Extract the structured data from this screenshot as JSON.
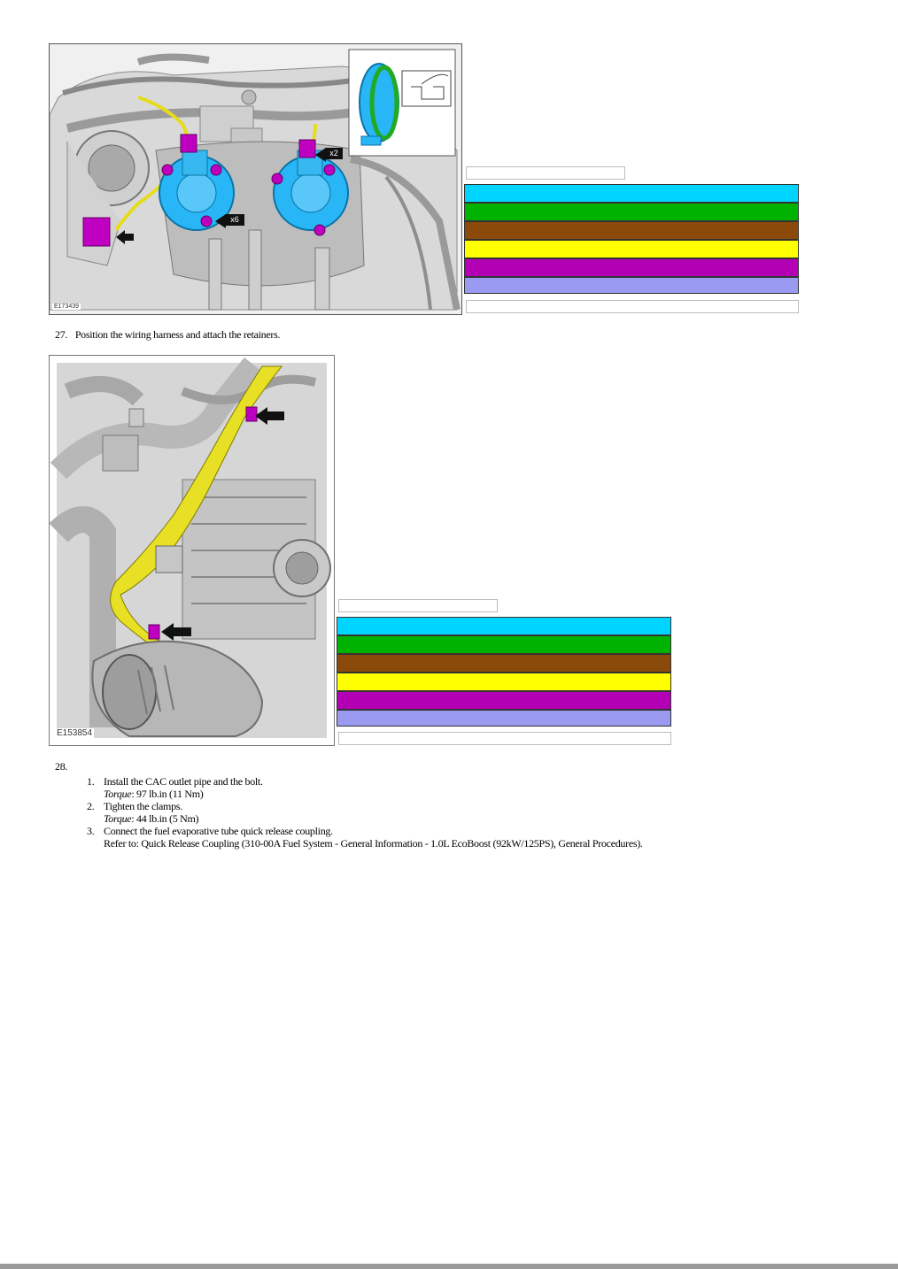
{
  "figure1": {
    "id_label": "E173439",
    "callouts": [
      "x2",
      "x6"
    ]
  },
  "figure2": {
    "id_label": "E153854"
  },
  "legend_colors": [
    "#00d5ff",
    "#00b200",
    "#8b4a0a",
    "#ffff00",
    "#b400b4",
    "#9a9af0"
  ],
  "steps": {
    "step27": {
      "number": "27.",
      "text": "Position the wiring harness and attach the retainers."
    },
    "step28": {
      "number": "28.",
      "items": [
        {
          "num": "1.",
          "text": "Install the CAC outlet pipe and the bolt.",
          "torque_label": "Torque",
          "torque_value": ": 97 lb.in (11 Nm)"
        },
        {
          "num": "2.",
          "text": "Tighten the clamps.",
          "torque_label": "Torque",
          "torque_value": ": 44 lb.in (5 Nm)"
        },
        {
          "num": "3.",
          "text": "Connect the fuel evaporative tube quick release coupling.",
          "refer": "Refer to: Quick Release Coupling (310-00A Fuel System - General Information - 1.0L EcoBoost (92kW/125PS), General Procedures)."
        }
      ]
    }
  }
}
